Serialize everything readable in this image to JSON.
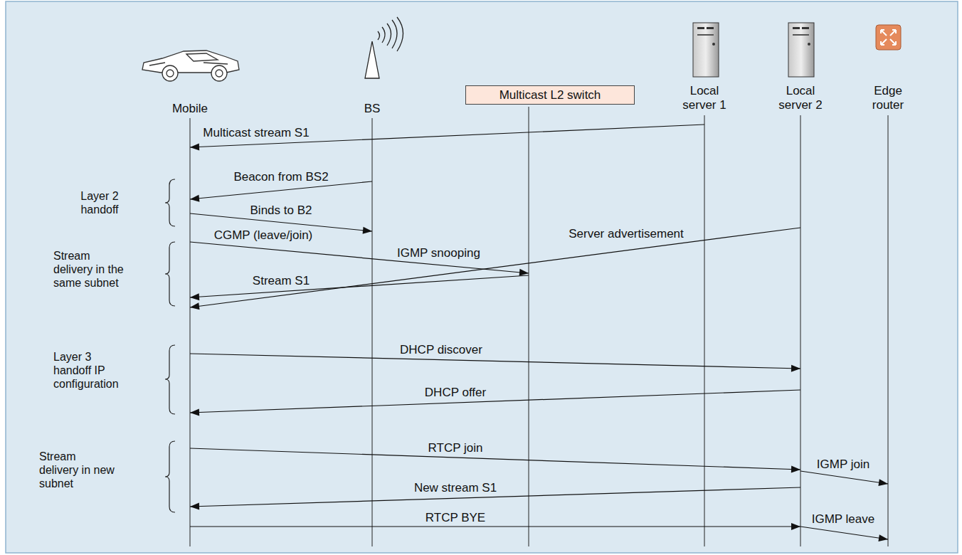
{
  "diagram": {
    "nodes": [
      {
        "text": [
          "Mobile"
        ]
      },
      {
        "text": [
          "BS"
        ]
      },
      {
        "text": [
          "Multicast L2 switch"
        ]
      },
      {
        "text": [
          "Local server 1"
        ]
      },
      {
        "text": [
          "Local server 2"
        ]
      },
      {
        "text": [
          "Edge router"
        ]
      }
    ],
    "edges": [
      {
        "from": 3,
        "to": 0,
        "arrow": "to",
        "label": "Multicast stream S1"
      },
      {
        "from": 1,
        "to": 0,
        "arrow": "to",
        "label": "Beacon from BS2"
      },
      {
        "from": 0,
        "to": 1,
        "arrow": "to",
        "label": "Binds to B2"
      },
      {
        "from": 0,
        "to": 2,
        "arrow": "to",
        "label": "CGMP (leave/join)"
      },
      {
        "from": 2,
        "to": 0,
        "arrow": "to",
        "label": "Stream S1"
      },
      {
        "from": 4,
        "to": 0,
        "arrow": "to",
        "label": "Server advertisement"
      },
      {
        "from": 0,
        "to": 4,
        "arrow": "to",
        "label": "DHCP discover"
      },
      {
        "from": 4,
        "to": 0,
        "arrow": "to",
        "label": "DHCP offer"
      },
      {
        "from": 0,
        "to": 4,
        "arrow": "to",
        "label": "RTCP join"
      },
      {
        "from": 4,
        "to": 5,
        "arrow": "to",
        "label": "IGMP join"
      },
      {
        "from": 4,
        "to": 0,
        "arrow": "to",
        "label": "New stream S1"
      },
      {
        "from": 0,
        "to": 4,
        "arrow": "to",
        "label": "RTCP BYE"
      },
      {
        "from": 4,
        "to": 5,
        "arrow": "to",
        "label": "IGMP leave"
      }
    ],
    "labels": [
      "Layer 2 handoff",
      "Stream delivery in the same subnet",
      "Layer 3 handoff IP configuration",
      "Stream delivery in new subnet",
      "IGMP snooping"
    ]
  }
}
